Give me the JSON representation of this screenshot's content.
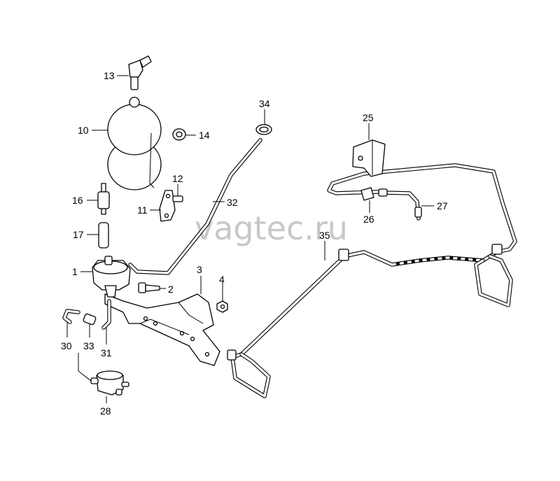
{
  "watermark": "vagtec.ru",
  "callouts": {
    "c1": "1",
    "c2": "2",
    "c3": "3",
    "c4": "4",
    "c10": "10",
    "c11": "11",
    "c12": "12",
    "c13": "13",
    "c14": "14",
    "c16": "16",
    "c17": "17",
    "c25": "25",
    "c26": "26",
    "c27": "27",
    "c28": "28",
    "c30": "30",
    "c31": "31",
    "c32": "32",
    "c33": "33",
    "c34": "34",
    "c35": "35"
  }
}
